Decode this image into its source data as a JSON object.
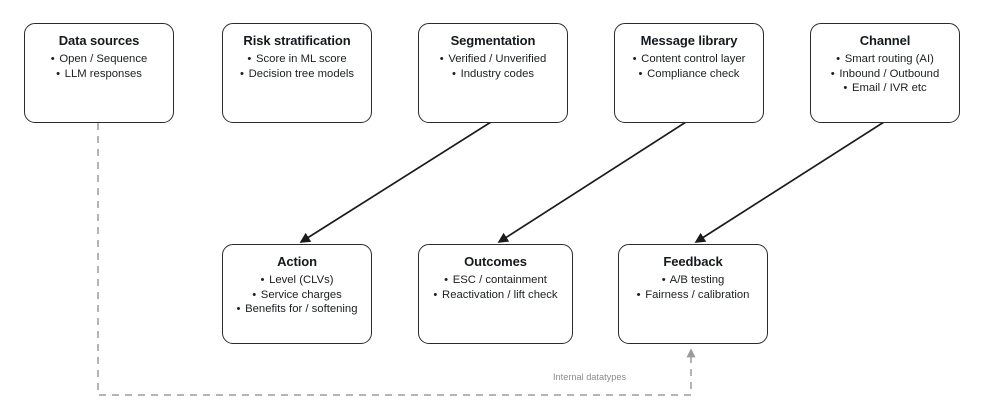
{
  "diagram": {
    "title_text": "",
    "colors": {
      "node_border": "#2b2b2b",
      "node_fill": "#ffffff",
      "solid_edge": "#1b1b1b",
      "dashed_edge": "#9b9b9b",
      "label_text": "#8b8b8b",
      "background": "#ffffff"
    },
    "bullet_glyph": "•",
    "nodes": [
      {
        "id": "data-sources",
        "title": "Data sources",
        "items": [
          "Open / Sequence",
          "LLM responses"
        ]
      },
      {
        "id": "risk-stratification",
        "title": "Risk stratification",
        "items": [
          "Score in ML score",
          "Decision tree models"
        ]
      },
      {
        "id": "segmentation",
        "title": "Segmentation",
        "items": [
          "Verified / Unverified",
          "Industry codes"
        ]
      },
      {
        "id": "message-library",
        "title": "Message library",
        "items": [
          "Content control layer",
          "Compliance check"
        ]
      },
      {
        "id": "channel",
        "title": "Channel",
        "items": [
          "Smart routing (AI)",
          "Inbound / Outbound",
          "Email / IVR etc"
        ]
      },
      {
        "id": "action",
        "title": "Action",
        "items": [
          "Level (CLVs)",
          "Service charges",
          "Benefits for / softening"
        ]
      },
      {
        "id": "outcomes",
        "title": "Outcomes",
        "items": [
          "ESC / containment",
          "Reactivation / lift check"
        ]
      },
      {
        "id": "feedback",
        "title": "Feedback",
        "items": [
          "A/B testing",
          "Fairness / calibration"
        ]
      }
    ],
    "edges": [
      {
        "id": "segmentation-to-action",
        "from": "segmentation",
        "to": "action",
        "style": "solid",
        "label": ""
      },
      {
        "id": "message-library-to-outcomes",
        "from": "message-library",
        "to": "outcomes",
        "style": "solid",
        "label": ""
      },
      {
        "id": "channel-to-feedback",
        "from": "channel",
        "to": "feedback",
        "style": "solid",
        "label": ""
      },
      {
        "id": "data-sources-to-feedback",
        "from": "data-sources",
        "to": "feedback",
        "style": "dashed",
        "label": "Internal datatypes"
      }
    ]
  }
}
